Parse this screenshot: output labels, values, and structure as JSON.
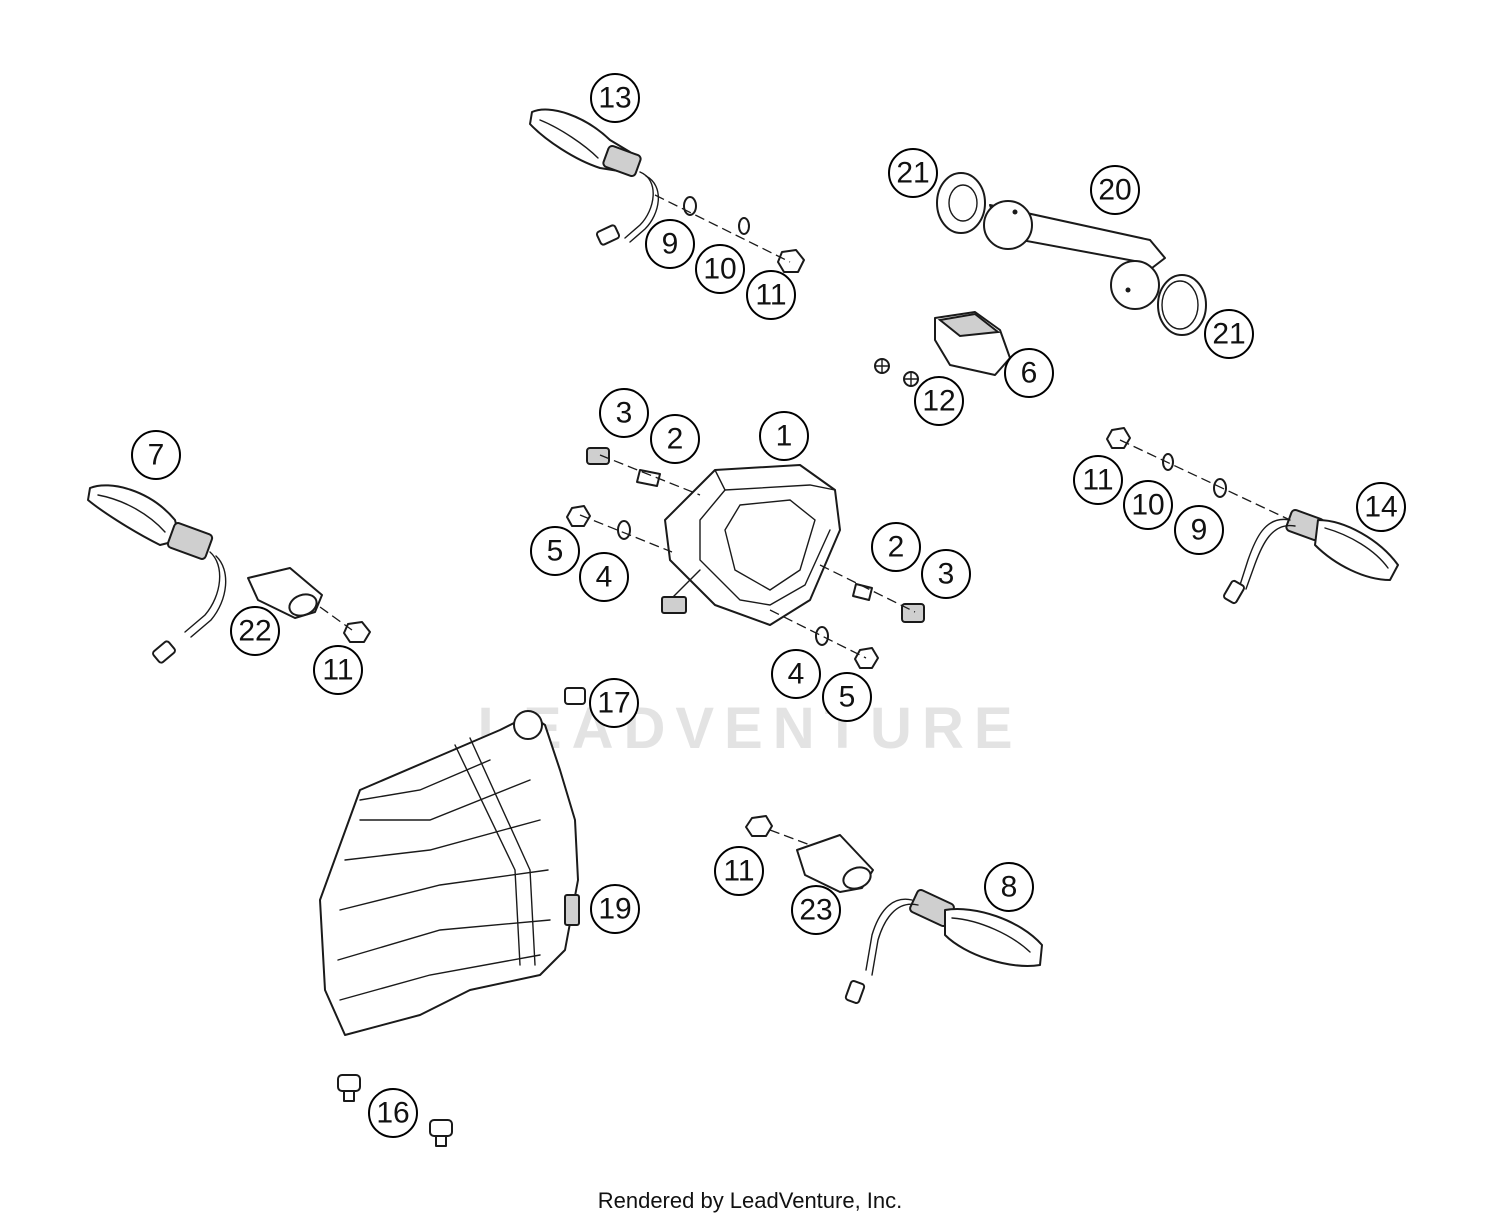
{
  "watermark": "LEADVENTURE",
  "credit": "Rendered by LeadVenture, Inc.",
  "callouts": [
    "1",
    "2",
    "3",
    "4",
    "5",
    "6",
    "7",
    "8",
    "9",
    "10",
    "11",
    "12",
    "13",
    "14",
    "16",
    "17",
    "19",
    "20",
    "21",
    "22",
    "23"
  ]
}
